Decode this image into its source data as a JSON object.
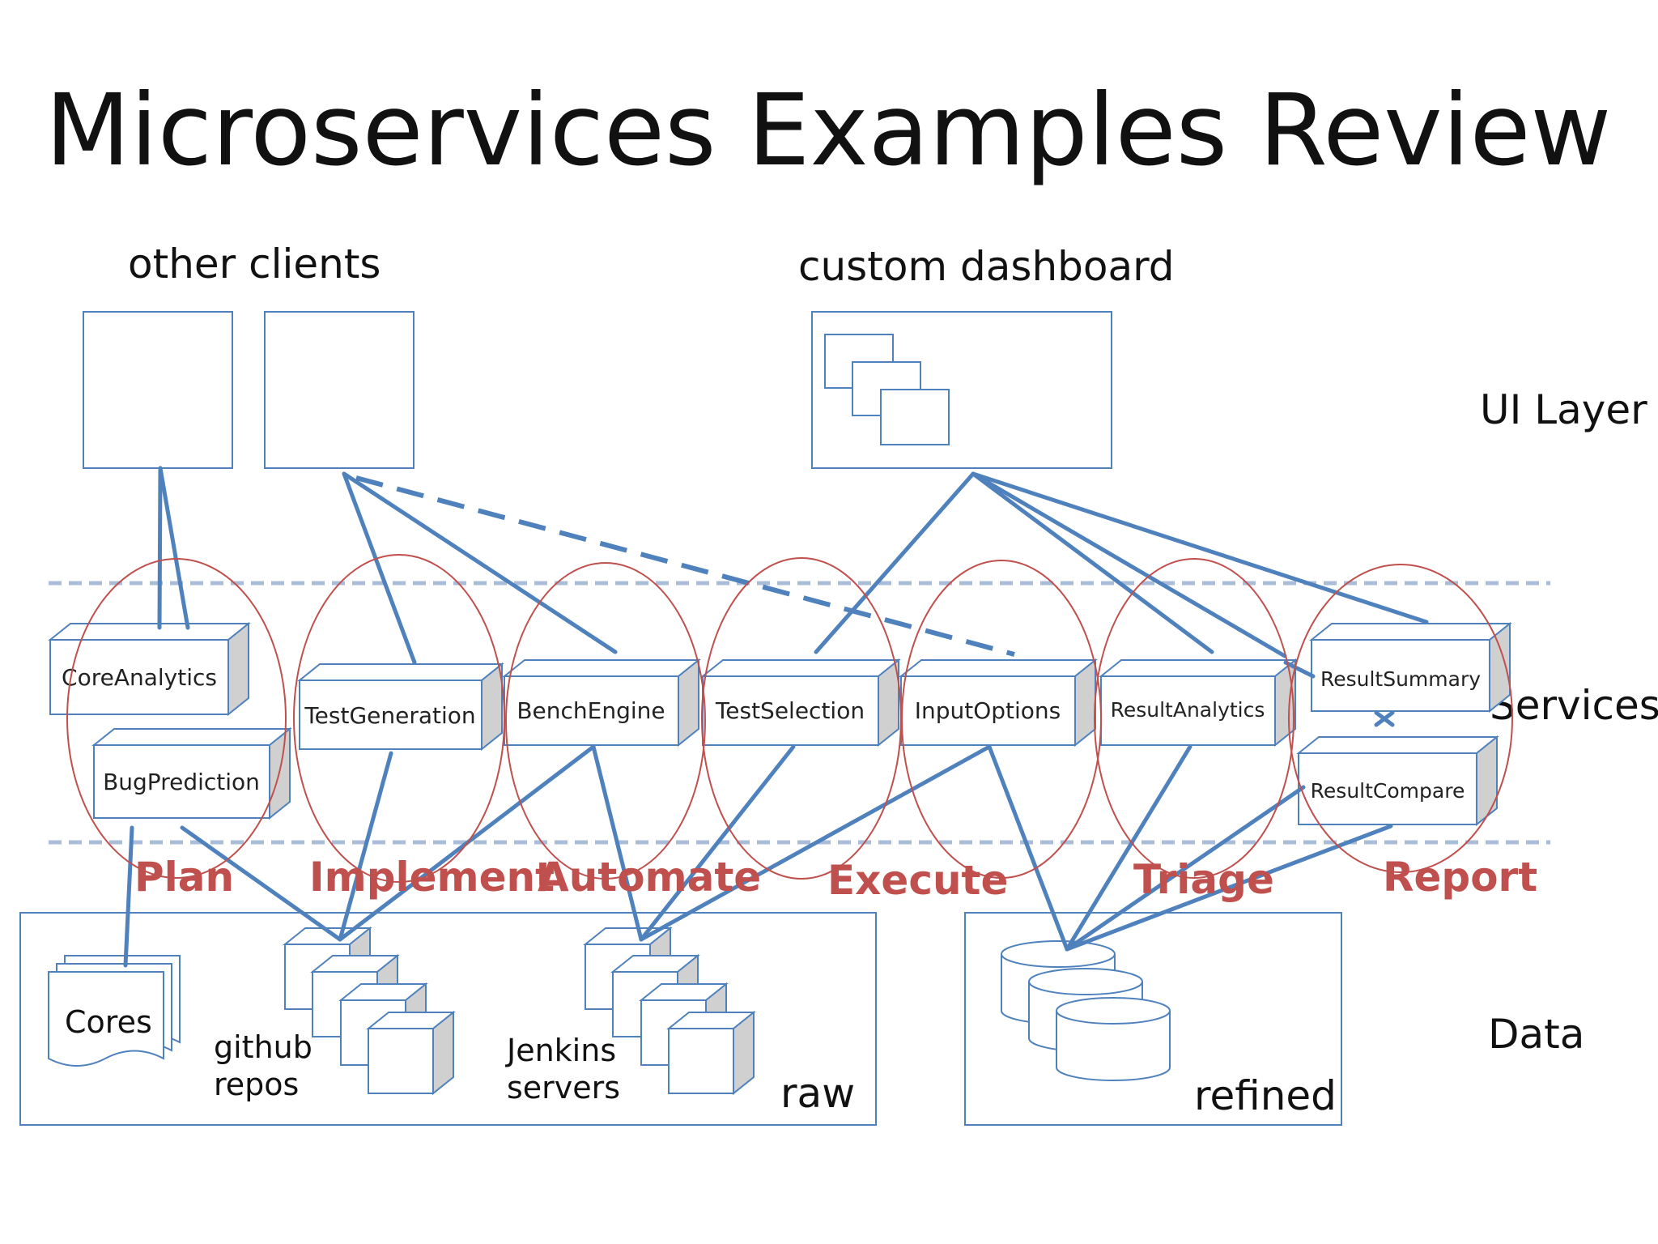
{
  "title": "Microservices Examples Review",
  "headings": {
    "other_clients": "other clients",
    "custom_dashboard": "custom dashboard"
  },
  "layers": {
    "ui": "UI Layer",
    "services": "Services",
    "data": "Data"
  },
  "services": [
    {
      "id": "core_analytics",
      "label": "CoreAnalytics"
    },
    {
      "id": "bug_prediction",
      "label": "BugPrediction"
    },
    {
      "id": "test_generation",
      "label": "TestGeneration"
    },
    {
      "id": "bench_engine",
      "label": "BenchEngine"
    },
    {
      "id": "test_selection",
      "label": "TestSelection"
    },
    {
      "id": "input_options",
      "label": "InputOptions"
    },
    {
      "id": "result_analytics",
      "label": "ResultAnalytics"
    },
    {
      "id": "result_summary",
      "label": "ResultSummary"
    },
    {
      "id": "result_compare",
      "label": "ResultCompare"
    }
  ],
  "phases": [
    "Plan",
    "Implement",
    "Automate",
    "Execute",
    "Triage",
    "Report"
  ],
  "data_stores": {
    "cores": "Cores",
    "github_line1": "github",
    "github_line2": "repos",
    "jenkins_line1": "Jenkins",
    "jenkins_line2": "servers",
    "raw": "raw",
    "refined": "refined"
  },
  "colors": {
    "connector_blue": "#4f81bd",
    "phase_red": "#c0504d",
    "box_border": "#4f81bd"
  }
}
